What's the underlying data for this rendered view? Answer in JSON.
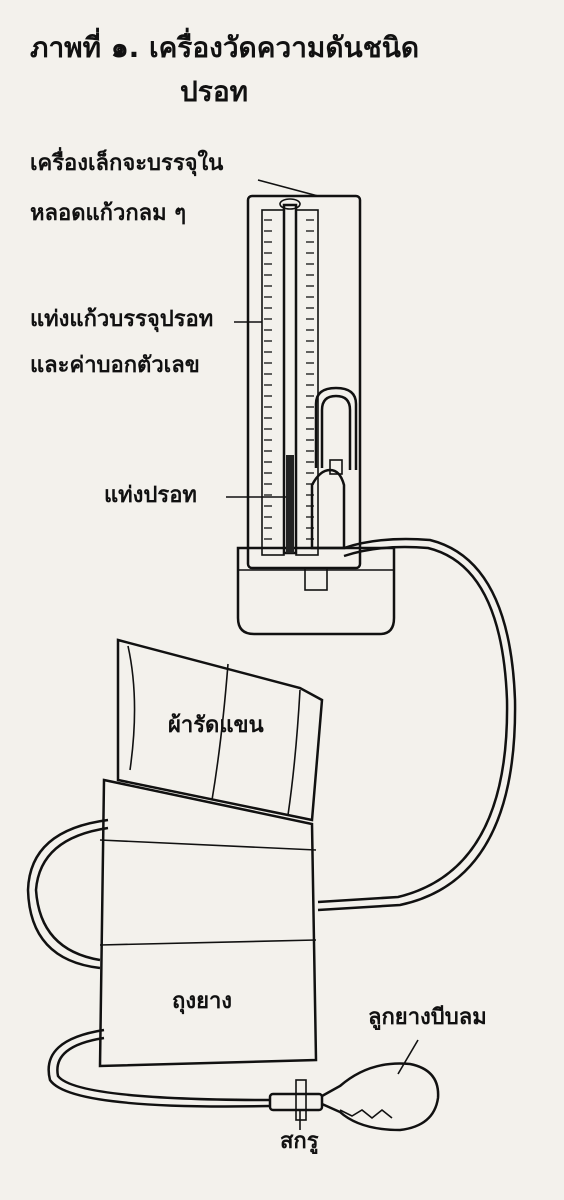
{
  "title": {
    "line1": "ภาพที่ ๑. เครื่องวัดความดันชนิด",
    "line2": "ปรอท"
  },
  "labels": {
    "reservoir_line1": "เครื่องเล็กจะบรรจุใน",
    "reservoir_line2": "หลอดแก้วกลม ๆ",
    "glass_tube_line1": "แท่งแก้วบรรจุปรอท",
    "glass_tube_line2": "และค่าบอกตัวเลข",
    "mercury_column": "แท่งปรอท",
    "cuff": "ผ้ารัดแขน",
    "bladder": "ถุงยาง",
    "bulb": "ลูกยางบีบลม",
    "valve": "สกรู"
  }
}
